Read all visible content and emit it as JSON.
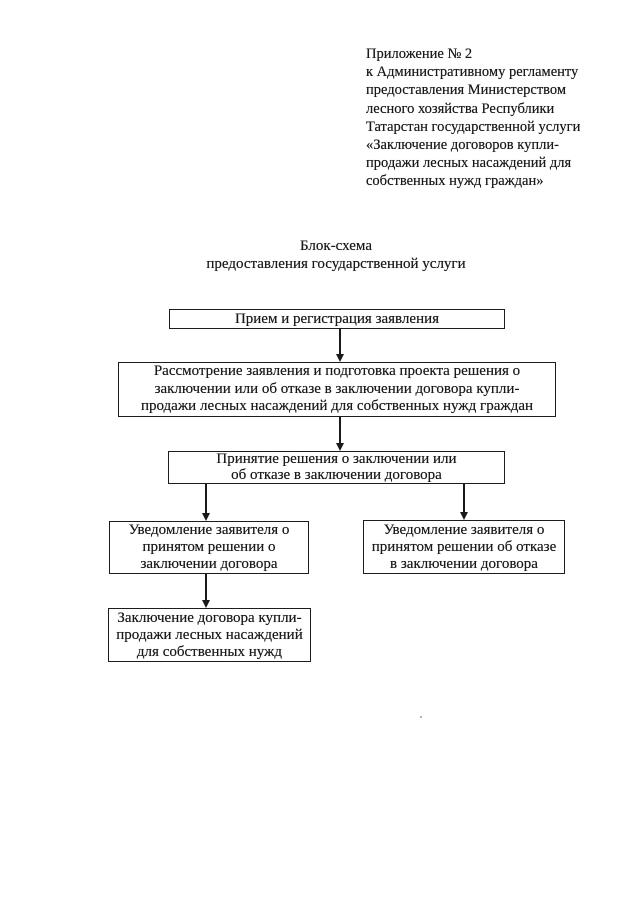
{
  "colors": {
    "ink": "#1a1a1a",
    "paper": "#ffffff"
  },
  "document": {
    "appendix_lines": [
      "Приложение № 2",
      "к Административному регламенту",
      "предоставления Министерством",
      "лесного хозяйства Республики",
      "Татарстан государственной услуги",
      "«Заключение договоров купли-",
      "продажи лесных насаждений для",
      "собственных нужд граждан»"
    ],
    "title_lines": [
      "Блок-схема",
      "предоставления государственной услуги"
    ]
  },
  "flowchart": {
    "boxes": {
      "reception": {
        "lines": [
          "Прием и регистрация заявления"
        ]
      },
      "review": {
        "lines": [
          "Рассмотрение заявления и подготовка проекта решения о",
          "заключении или об отказе в заключении договора купли-",
          "продажи лесных насаждений для собственных нужд граждан"
        ]
      },
      "decision": {
        "lines": [
          "Принятие решения о заключении или",
          "об отказе в заключении договора"
        ]
      },
      "notify_conclusion": {
        "lines": [
          "Уведомление заявителя о",
          "принятом решении о",
          "заключении договора"
        ]
      },
      "notify_refusal": {
        "lines": [
          "Уведомление заявителя о",
          "принятом решении об отказе",
          "в заключении договора"
        ]
      },
      "contract": {
        "lines": [
          "Заключение договора купли-",
          "продажи лесных насаждений",
          "для собственных нужд"
        ]
      }
    }
  }
}
